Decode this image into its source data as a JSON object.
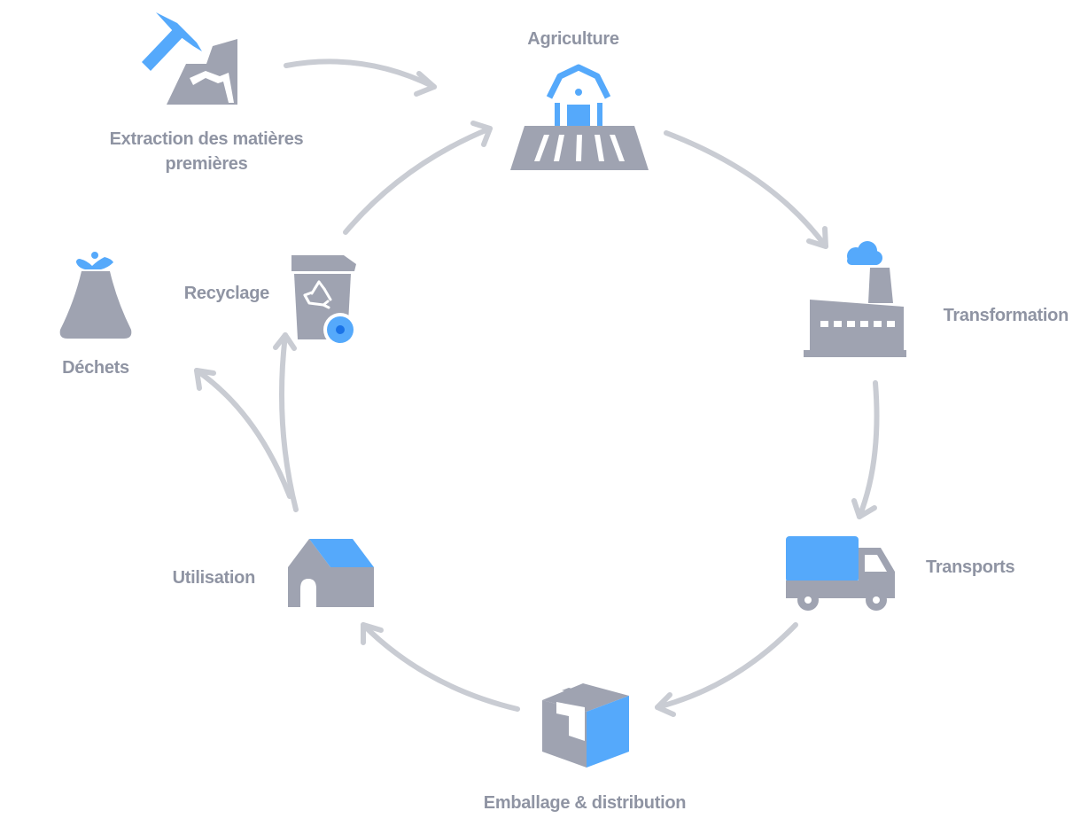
{
  "nodes": {
    "extraction": {
      "label_line1": "Extraction des matières",
      "label_line2": "premières",
      "icon": "pickaxe-mountain-icon"
    },
    "agriculture": {
      "label": "Agriculture",
      "icon": "farm-icon"
    },
    "transformation": {
      "label": "Transformation",
      "icon": "factory-icon"
    },
    "transports": {
      "label": "Transports",
      "icon": "truck-icon"
    },
    "emballage": {
      "label": "Emballage & distribution",
      "icon": "package-box-icon"
    },
    "utilisation": {
      "label": "Utilisation",
      "icon": "house-icon"
    },
    "recyclage": {
      "label": "Recyclage",
      "icon": "recycling-bin-icon"
    },
    "dechets": {
      "label": "Déchets",
      "icon": "trash-bag-icon"
    }
  },
  "colors": {
    "icon_gray": "#9fa3b1",
    "icon_blue": "#55a9fb",
    "arrow": "#c9ccd3",
    "label": "#8f94a3",
    "background": "#ffffff"
  }
}
